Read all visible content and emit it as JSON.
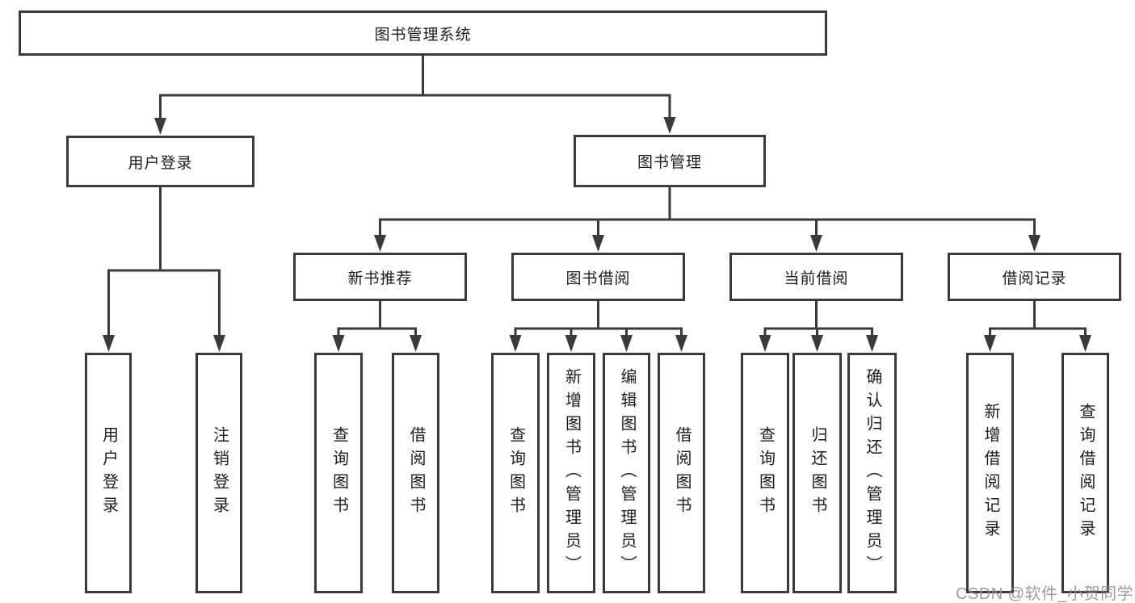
{
  "tree": {
    "root": {
      "label": "图书管理系统"
    },
    "branches": [
      {
        "label": "用户登录",
        "children": [
          {
            "label": "用户登录"
          },
          {
            "label": "注销登录"
          }
        ]
      },
      {
        "label": "图书管理",
        "children": [
          {
            "label": "新书推荐",
            "children": [
              {
                "label": "查询图书"
              },
              {
                "label": "借阅图书"
              }
            ]
          },
          {
            "label": "图书借阅",
            "children": [
              {
                "label": "查询图书"
              },
              {
                "label": "新增图书（管理员）"
              },
              {
                "label": "编辑图书（管理员）"
              },
              {
                "label": "借阅图书"
              }
            ]
          },
          {
            "label": "当前借阅",
            "children": [
              {
                "label": "查询图书"
              },
              {
                "label": "归还图书"
              },
              {
                "label": "确认归还（管理员）"
              }
            ]
          },
          {
            "label": "借阅记录",
            "children": [
              {
                "label": "新增借阅记录"
              },
              {
                "label": "查询借阅记录"
              }
            ]
          }
        ]
      }
    ]
  },
  "watermark": "CSDN @软件_小贺同学",
  "colors": {
    "line": "#3a3a3a",
    "text": "#1c1c1c",
    "background": "#ffffff",
    "watermark": "#949494"
  }
}
